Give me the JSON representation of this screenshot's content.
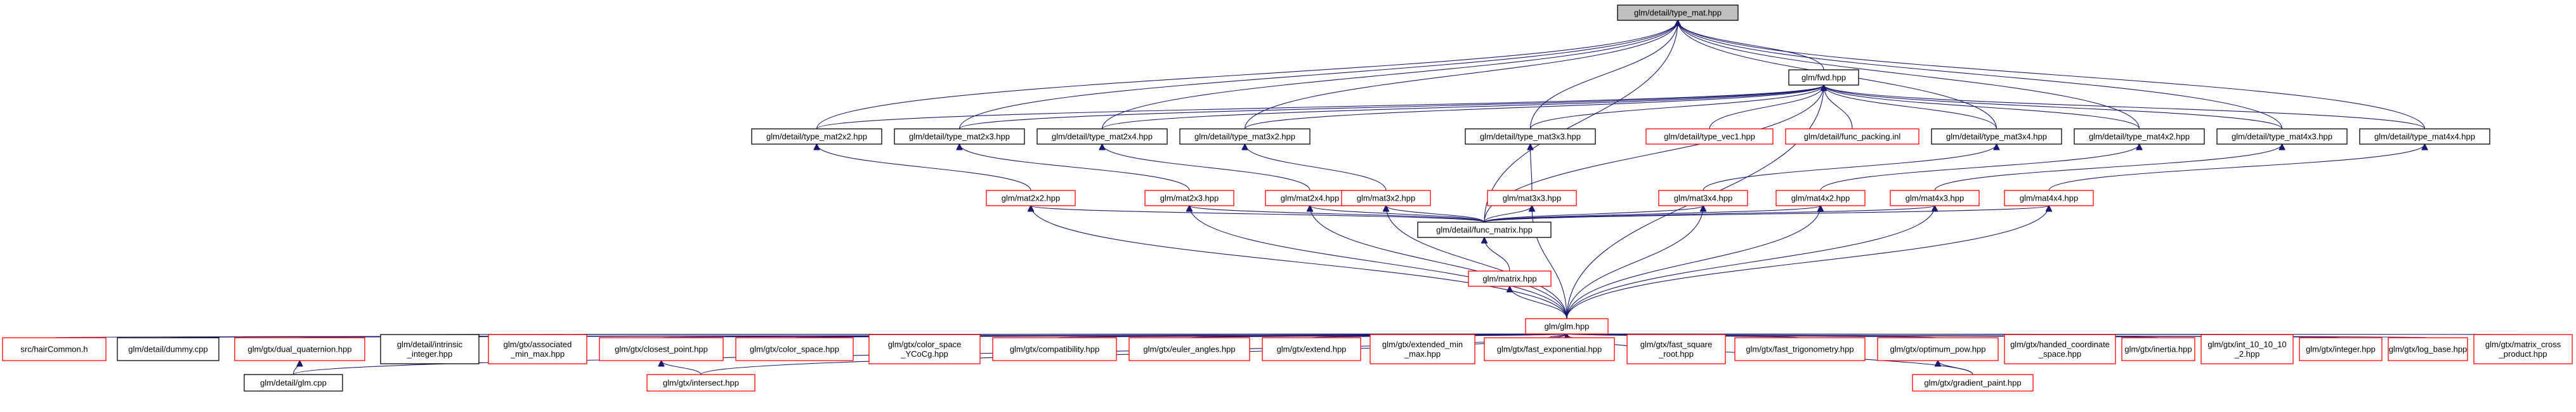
{
  "colors": {
    "edge": "#191970",
    "documented_border": "#000000",
    "undocumented_border": "#ff0000",
    "root_fill": "#bfbfbf",
    "node_fill": "#ffffff"
  },
  "nodes": [
    {
      "id": "type_mat",
      "lines": [
        "glm/detail/type_mat.hpp"
      ],
      "kind": "root"
    },
    {
      "id": "fwd",
      "lines": [
        "glm/fwd.hpp"
      ],
      "kind": "documented"
    },
    {
      "id": "type_mat2x2",
      "lines": [
        "glm/detail/type_mat2x2.hpp"
      ],
      "kind": "documented"
    },
    {
      "id": "type_mat2x3",
      "lines": [
        "glm/detail/type_mat2x3.hpp"
      ],
      "kind": "documented"
    },
    {
      "id": "type_mat2x4",
      "lines": [
        "glm/detail/type_mat2x4.hpp"
      ],
      "kind": "documented"
    },
    {
      "id": "type_mat3x2",
      "lines": [
        "glm/detail/type_mat3x2.hpp"
      ],
      "kind": "documented"
    },
    {
      "id": "type_mat3x3",
      "lines": [
        "glm/detail/type_mat3x3.hpp"
      ],
      "kind": "documented"
    },
    {
      "id": "type_vec1",
      "lines": [
        "glm/detail/type_vec1.hpp"
      ],
      "kind": "undocumented"
    },
    {
      "id": "func_packing",
      "lines": [
        "glm/detail/func_packing.inl"
      ],
      "kind": "undocumented"
    },
    {
      "id": "type_mat3x4",
      "lines": [
        "glm/detail/type_mat3x4.hpp"
      ],
      "kind": "documented"
    },
    {
      "id": "type_mat4x2",
      "lines": [
        "glm/detail/type_mat4x2.hpp"
      ],
      "kind": "documented"
    },
    {
      "id": "type_mat4x3",
      "lines": [
        "glm/detail/type_mat4x3.hpp"
      ],
      "kind": "documented"
    },
    {
      "id": "type_mat4x4",
      "lines": [
        "glm/detail/type_mat4x4.hpp"
      ],
      "kind": "documented"
    },
    {
      "id": "mat2x2",
      "lines": [
        "glm/mat2x2.hpp"
      ],
      "kind": "undocumented"
    },
    {
      "id": "mat2x3",
      "lines": [
        "glm/mat2x3.hpp"
      ],
      "kind": "undocumented"
    },
    {
      "id": "mat2x4",
      "lines": [
        "glm/mat2x4.hpp"
      ],
      "kind": "undocumented"
    },
    {
      "id": "mat3x2",
      "lines": [
        "glm/mat3x2.hpp"
      ],
      "kind": "undocumented"
    },
    {
      "id": "mat3x3",
      "lines": [
        "glm/mat3x3.hpp"
      ],
      "kind": "undocumented"
    },
    {
      "id": "mat3x4",
      "lines": [
        "glm/mat3x4.hpp"
      ],
      "kind": "undocumented"
    },
    {
      "id": "mat4x2",
      "lines": [
        "glm/mat4x2.hpp"
      ],
      "kind": "undocumented"
    },
    {
      "id": "mat4x3",
      "lines": [
        "glm/mat4x3.hpp"
      ],
      "kind": "undocumented"
    },
    {
      "id": "mat4x4",
      "lines": [
        "glm/mat4x4.hpp"
      ],
      "kind": "undocumented"
    },
    {
      "id": "func_matrix",
      "lines": [
        "glm/detail/func_matrix.hpp"
      ],
      "kind": "documented"
    },
    {
      "id": "matrix",
      "lines": [
        "glm/matrix.hpp"
      ],
      "kind": "undocumented"
    },
    {
      "id": "glm",
      "lines": [
        "glm/glm.hpp"
      ],
      "kind": "undocumented"
    },
    {
      "id": "hairCommon",
      "lines": [
        "src/hairCommon.h"
      ],
      "kind": "undocumented"
    },
    {
      "id": "dummy",
      "lines": [
        "glm/detail/dummy.cpp"
      ],
      "kind": "documented"
    },
    {
      "id": "dual_quaternion",
      "lines": [
        "glm/gtx/dual_quaternion.hpp"
      ],
      "kind": "undocumented"
    },
    {
      "id": "intrinsic_integer",
      "lines": [
        "glm/detail/intrinsic",
        "_integer.hpp"
      ],
      "kind": "documented"
    },
    {
      "id": "associated_min_max",
      "lines": [
        "glm/gtx/associated",
        "_min_max.hpp"
      ],
      "kind": "undocumented"
    },
    {
      "id": "closest_point",
      "lines": [
        "glm/gtx/closest_point.hpp"
      ],
      "kind": "undocumented"
    },
    {
      "id": "color_space",
      "lines": [
        "glm/gtx/color_space.hpp"
      ],
      "kind": "undocumented"
    },
    {
      "id": "color_space_YCoCg",
      "lines": [
        "glm/gtx/color_space",
        "_YCoCg.hpp"
      ],
      "kind": "undocumented"
    },
    {
      "id": "compatibility",
      "lines": [
        "glm/gtx/compatibility.hpp"
      ],
      "kind": "undocumented"
    },
    {
      "id": "euler_angles",
      "lines": [
        "glm/gtx/euler_angles.hpp"
      ],
      "kind": "undocumented"
    },
    {
      "id": "extend",
      "lines": [
        "glm/gtx/extend.hpp"
      ],
      "kind": "undocumented"
    },
    {
      "id": "extended_min_max",
      "lines": [
        "glm/gtx/extended_min",
        "_max.hpp"
      ],
      "kind": "undocumented"
    },
    {
      "id": "fast_exponential",
      "lines": [
        "glm/gtx/fast_exponential.hpp"
      ],
      "kind": "undocumented"
    },
    {
      "id": "fast_square_root",
      "lines": [
        "glm/gtx/fast_square",
        "_root.hpp"
      ],
      "kind": "undocumented"
    },
    {
      "id": "fast_trigonometry",
      "lines": [
        "glm/gtx/fast_trigonometry.hpp"
      ],
      "kind": "undocumented"
    },
    {
      "id": "optimum_pow",
      "lines": [
        "glm/gtx/optimum_pow.hpp"
      ],
      "kind": "undocumented"
    },
    {
      "id": "handed_coordinate_space",
      "lines": [
        "glm/gtx/handed_coordinate",
        "_space.hpp"
      ],
      "kind": "undocumented"
    },
    {
      "id": "inertia",
      "lines": [
        "glm/gtx/inertia.hpp"
      ],
      "kind": "undocumented"
    },
    {
      "id": "int_10_10_10_2",
      "lines": [
        "glm/gtx/int_10_10_10",
        "_2.hpp"
      ],
      "kind": "undocumented"
    },
    {
      "id": "gtx_integer",
      "lines": [
        "glm/gtx/integer.hpp"
      ],
      "kind": "undocumented"
    },
    {
      "id": "log_base",
      "lines": [
        "glm/gtx/log_base.hpp"
      ],
      "kind": "undocumented"
    },
    {
      "id": "matrix_cross_product",
      "lines": [
        "glm/gtx/matrix_cross",
        "_product.hpp"
      ],
      "kind": "undocumented"
    },
    {
      "id": "glm_cpp",
      "lines": [
        "glm/detail/glm.cpp"
      ],
      "kind": "documented"
    },
    {
      "id": "intersect",
      "lines": [
        "glm/gtx/intersect.hpp"
      ],
      "kind": "undocumented"
    },
    {
      "id": "gradient_paint",
      "lines": [
        "glm/gtx/gradient_paint.hpp"
      ],
      "kind": "undocumented"
    }
  ]
}
